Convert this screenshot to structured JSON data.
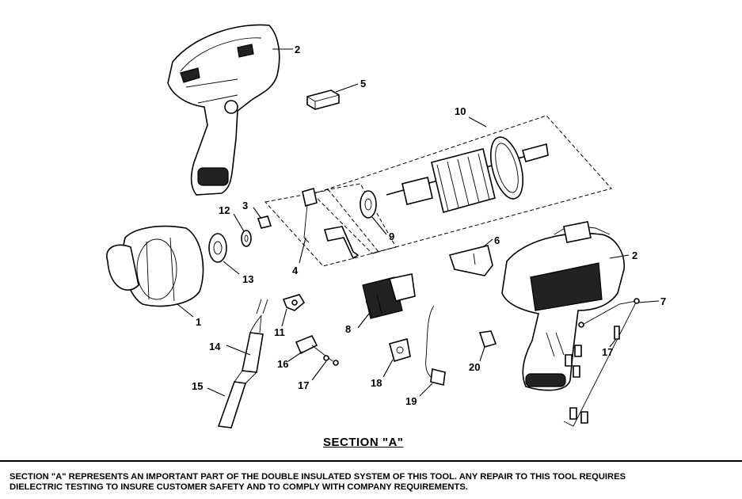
{
  "section_title": "SECTION \"A\"",
  "notice": {
    "line1": "SECTION \"A\" REPRESENTS AN IMPORTANT PART OF THE DOUBLE INSULATED SYSTEM OF THIS TOOL. ANY REPAIR TO THIS TOOL REQUIRES",
    "line2": "DIELECTRIC TESTING TO INSURE CUSTOMER SAFETY AND TO COMPLY WITH COMPANY REQUIREMENTS."
  },
  "callouts": {
    "c1": "1",
    "c2a": "2",
    "c2b": "2",
    "c3": "3",
    "c4": "4",
    "c5": "5",
    "c6": "6",
    "c7": "7",
    "c8": "8",
    "c9": "9",
    "c10": "10",
    "c11": "11",
    "c12": "12",
    "c13": "13",
    "c14": "14",
    "c15": "15",
    "c16": "16",
    "c17a": "17",
    "c17b": "17",
    "c18": "18",
    "c19": "19",
    "c20": "20"
  }
}
